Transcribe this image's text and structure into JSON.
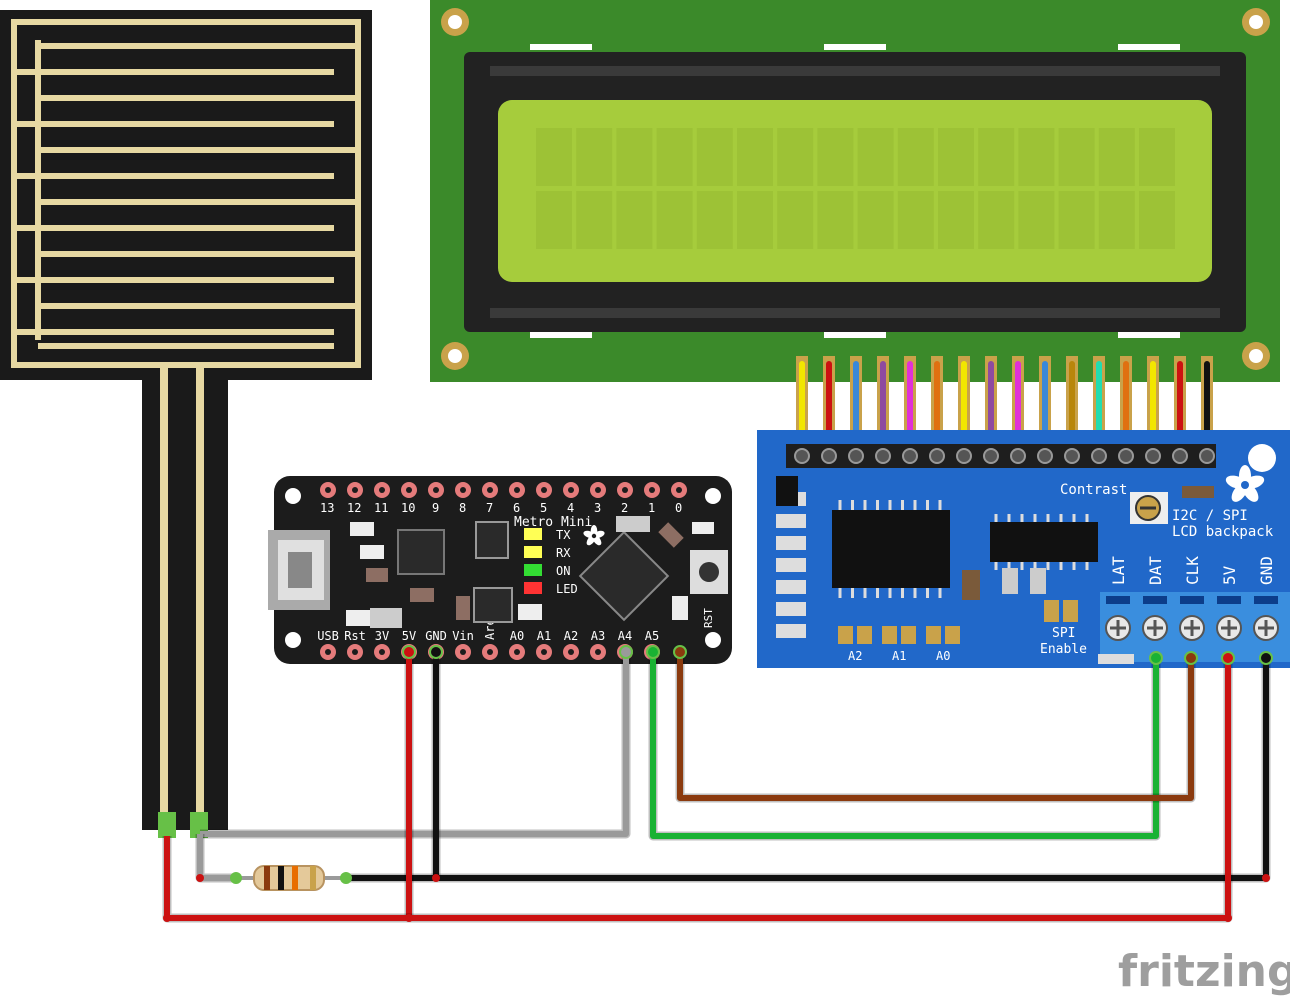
{
  "metro": {
    "top_pins": [
      "13",
      "12",
      "11",
      "10",
      "9",
      "8",
      "7",
      "6",
      "5",
      "4",
      "3",
      "2",
      "1",
      "0"
    ],
    "bottom_pins": [
      "USB",
      "Rst",
      "3V",
      "5V",
      "GND",
      "Vin",
      "Aref",
      "A0",
      "A1",
      "A2",
      "A3",
      "A4",
      "A5"
    ],
    "board_name": "Metro Mini",
    "leds": [
      "TX",
      "RX",
      "ON",
      "LED"
    ],
    "reset_label": "RST"
  },
  "backpack": {
    "contrast_label": "Contrast",
    "title_line1": "I2C / SPI",
    "title_line2": "LCD backpack",
    "terminals": [
      "LAT",
      "DAT",
      "CLK",
      "5V",
      "GND"
    ],
    "jumpers": [
      "A2",
      "A1",
      "A0"
    ],
    "spi_line1": "SPI",
    "spi_line2": "Enable"
  },
  "watermark": "fritzing",
  "colors": {
    "sensor_black": "#1a1a1a",
    "sensor_trace": "#e6d8a2",
    "pcb_green": "#3b8a2a",
    "lcd_screen": "#a6cc3c",
    "metro_black": "#1c1c1c",
    "backpack_blue": "#2168c9",
    "wire_red": "#cc1111",
    "wire_black": "#111111",
    "wire_gray": "#9a9a9a",
    "wire_green": "#19b233",
    "wire_brown": "#8b3a0e"
  }
}
